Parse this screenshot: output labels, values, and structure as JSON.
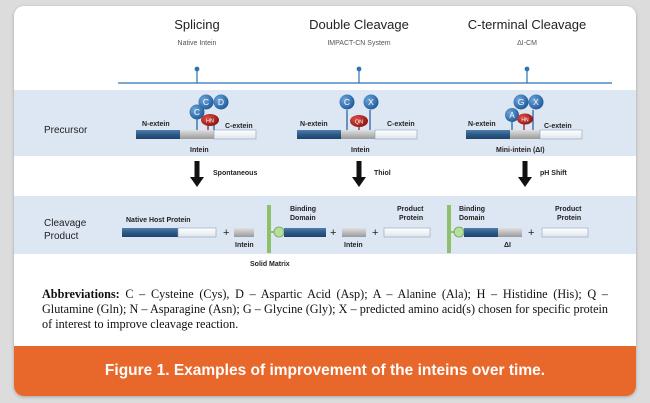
{
  "figure": {
    "columns": [
      {
        "title": "Splicing",
        "subtitle": "Native Intein"
      },
      {
        "title": "Double Cleavage",
        "subtitle": "IMPACT-CN System"
      },
      {
        "title": "C-terminal Cleavage",
        "subtitle": "ΔI-CM"
      }
    ],
    "rows": {
      "precursor": "Precursor",
      "cleavage_product_line1": "Cleavage",
      "cleavage_product_line2": "Product"
    },
    "labels": {
      "n_extein": "N-extein",
      "c_extein": "C-extein",
      "intein": "Intein",
      "mini_intein": "Mini-intein (ΔI)",
      "spontaneous": "Spontaneous",
      "thiol": "Thiol",
      "ph_shift": "pH Shift",
      "native_host_protein": "Native Host Protein",
      "binding_domain_line1": "Binding",
      "binding_domain_line2": "Domain",
      "product_protein_line1": "Product",
      "product_protein_line2": "Protein",
      "solid_matrix": "Solid Matrix",
      "delta_i": "ΔI",
      "plus": "+"
    },
    "residues": {
      "c": "C",
      "d": "D",
      "x": "X",
      "g": "G",
      "a": "A",
      "hn": "HN",
      "qn": "QN"
    }
  },
  "abbreviations": {
    "heading": "Abbreviations:",
    "text": "C – Cysteine (Cys), D – Aspartic Acid (Asp); A – Alanine (Ala); H – Histidine (His); Q – Glutamine (Gln); N – Asparagine (Asn); G – Glycine (Gly); X – predicted amino acid(s) chosen for specific protein of interest to improve cleavage reaction."
  },
  "caption": "Figure 1. Examples of improvement of the inteins over time.",
  "colors": {
    "accent_orange": "#e8672a",
    "band_blue": "#dde7f3",
    "dark_blue": "#2d5a86",
    "residue_blue": "#2e74b5",
    "residue_red": "#b3201e",
    "matrix_green": "#8cc06b"
  }
}
